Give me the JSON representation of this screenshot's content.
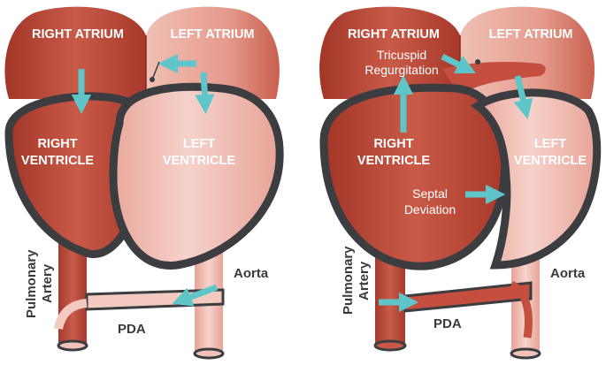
{
  "colors": {
    "outline": "#3b3d40",
    "dark_red": "#b4412f",
    "mid_red": "#c8584a",
    "pink": "#f1c2b9",
    "arrow": "#5ec6c9"
  },
  "left_heart": {
    "right_atrium": "RIGHT ATRIUM",
    "left_atrium": "LEFT ATRIUM",
    "right_ventricle_1": "RIGHT",
    "right_ventricle_2": "VENTRICLE",
    "left_ventricle_1": "LEFT",
    "left_ventricle_2": "VENTRICLE",
    "pulmonary_artery_1": "Pulmonary",
    "pulmonary_artery_2": "Artery",
    "aorta": "Aorta",
    "pda": "PDA"
  },
  "right_heart": {
    "right_atrium": "RIGHT ATRIUM",
    "left_atrium": "LEFT ATRIUM",
    "tricuspid_1": "Tricuspid",
    "tricuspid_2": "Regurgitation",
    "right_ventricle_1": "RIGHT",
    "right_ventricle_2": "VENTRICLE",
    "left_ventricle_1": "LEFT",
    "left_ventricle_2": "VENTRICLE",
    "septal_1": "Septal",
    "septal_2": "Deviation",
    "pulmonary_artery_1": "Pulmonary",
    "pulmonary_artery_2": "Artery",
    "aorta": "Aorta",
    "pda": "PDA"
  }
}
